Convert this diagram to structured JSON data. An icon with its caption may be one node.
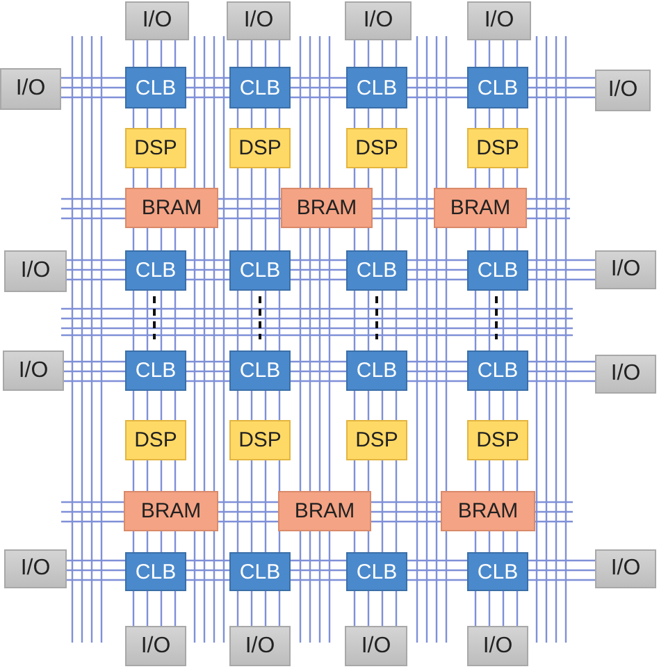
{
  "diagram": {
    "nodes": [
      {
        "text": [
          "I/O"
        ]
      },
      {
        "text": [
          "I/O"
        ]
      },
      {
        "text": [
          "I/O"
        ]
      },
      {
        "text": [
          "I/O"
        ]
      },
      {
        "text": [
          "I/O"
        ]
      },
      {
        "text": [
          "CLB"
        ]
      },
      {
        "text": [
          "CLB"
        ]
      },
      {
        "text": [
          "CLB"
        ]
      },
      {
        "text": [
          "CLB"
        ]
      },
      {
        "text": [
          "I/O"
        ]
      },
      {
        "text": [
          "DSP"
        ]
      },
      {
        "text": [
          "DSP"
        ]
      },
      {
        "text": [
          "DSP"
        ]
      },
      {
        "text": [
          "DSP"
        ]
      },
      {
        "text": [
          "BRAM"
        ]
      },
      {
        "text": [
          "BRAM"
        ]
      },
      {
        "text": [
          "BRAM"
        ]
      },
      {
        "text": [
          "I/O"
        ]
      },
      {
        "text": [
          "CLB"
        ]
      },
      {
        "text": [
          "CLB"
        ]
      },
      {
        "text": [
          "CLB"
        ]
      },
      {
        "text": [
          "CLB"
        ]
      },
      {
        "text": [
          "I/O"
        ]
      },
      {
        "text": [
          "I/O"
        ]
      },
      {
        "text": [
          "CLB"
        ]
      },
      {
        "text": [
          "CLB"
        ]
      },
      {
        "text": [
          "CLB"
        ]
      },
      {
        "text": [
          "CLB"
        ]
      },
      {
        "text": [
          "I/O"
        ]
      },
      {
        "text": [
          "DSP"
        ]
      },
      {
        "text": [
          "DSP"
        ]
      },
      {
        "text": [
          "DSP"
        ]
      },
      {
        "text": [
          "DSP"
        ]
      },
      {
        "text": [
          "BRAM"
        ]
      },
      {
        "text": [
          "BRAM"
        ]
      },
      {
        "text": [
          "BRAM"
        ]
      },
      {
        "text": [
          "I/O"
        ]
      },
      {
        "text": [
          "CLB"
        ]
      },
      {
        "text": [
          "CLB"
        ]
      },
      {
        "text": [
          "CLB"
        ]
      },
      {
        "text": [
          "CLB"
        ]
      },
      {
        "text": [
          "I/O"
        ]
      },
      {
        "text": [
          "I/O"
        ]
      },
      {
        "text": [
          "I/O"
        ]
      },
      {
        "text": [
          "I/O"
        ]
      },
      {
        "text": [
          "I/O"
        ]
      }
    ]
  }
}
